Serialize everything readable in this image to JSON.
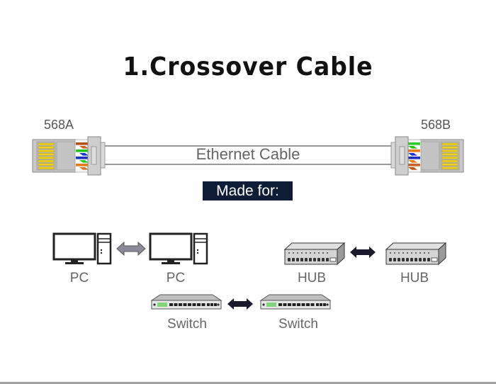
{
  "title": "1.Crossover Cable",
  "connectors": {
    "left": {
      "standard": "568A",
      "wire_colors": [
        "#b5521b",
        "#c8632a",
        "#22c41e",
        "#1636c8",
        "#1b2fc0",
        "#2bcc2a",
        "#e97a1a",
        "#d8752b"
      ]
    },
    "right": {
      "standard": "568B",
      "wire_colors": [
        "#2bcc2a",
        "#22c41e",
        "#e97a1a",
        "#1636c8",
        "#1b2fc0",
        "#e97a1a",
        "#c8632a",
        "#b5521b"
      ]
    },
    "contact_color": "#f2d21a"
  },
  "cable": {
    "label": "Ethernet Cable"
  },
  "made_for": {
    "label": "Made for:",
    "bg_color": "#0f1c36"
  },
  "pairs": [
    {
      "name": "pc-pair",
      "devices": [
        "PC",
        "PC"
      ],
      "arrow_color": "#7a7a8a"
    },
    {
      "name": "hub-pair",
      "devices": [
        "HUB",
        "HUB"
      ],
      "arrow_color": "#1a1a2e"
    },
    {
      "name": "switch-pair",
      "devices": [
        "Switch",
        "Switch"
      ],
      "arrow_color": "#1a1a2e"
    }
  ]
}
